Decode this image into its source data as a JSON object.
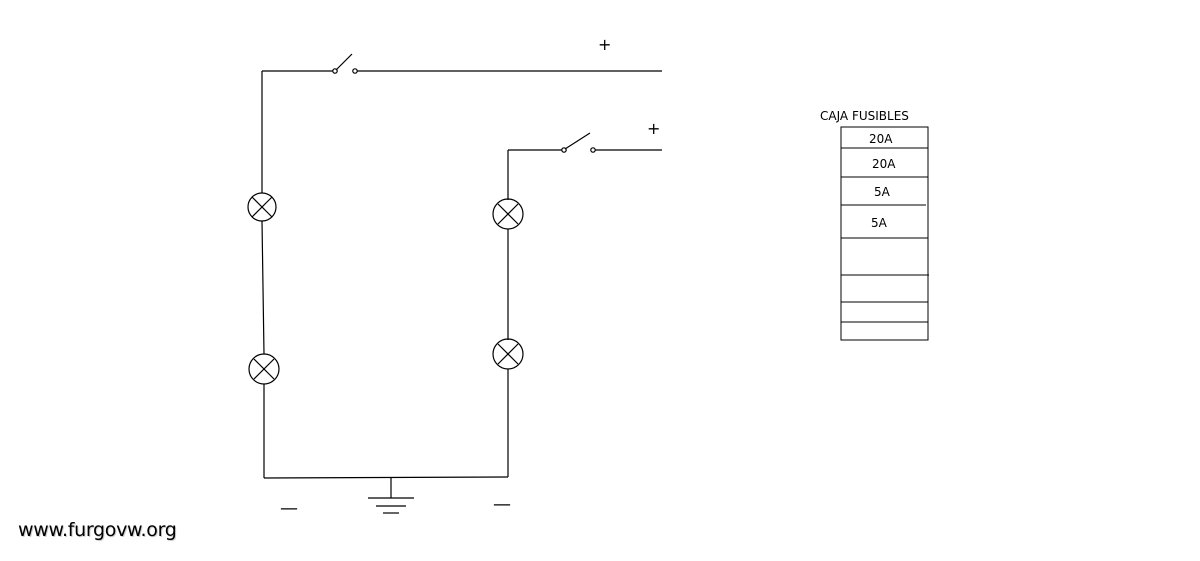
{
  "circuit": {
    "plus_upper": "+",
    "plus_lower": "+",
    "minus_left": "—",
    "minus_right": "—"
  },
  "fuse_box": {
    "title": "CAJA FUSIBLES",
    "fuses": [
      "20A",
      "20A",
      "5A",
      "5A",
      "",
      "",
      "",
      ""
    ]
  },
  "watermark": "www.furgovw.org",
  "colors": {
    "line": "#000000",
    "background": "#ffffff"
  }
}
